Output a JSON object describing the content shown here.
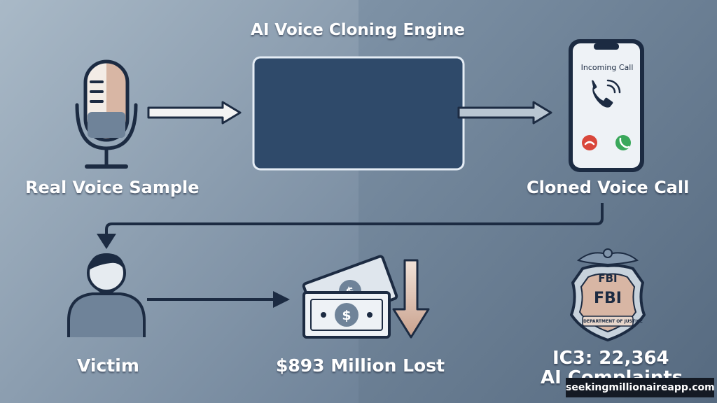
{
  "title": "AI Voice Cloning Engine",
  "nodes": {
    "real_voice": "Real Voice Sample",
    "cloned_call": "Cloned Voice Call",
    "victim": "Victim",
    "money_lost": "$893 Million Lost",
    "ic3_line1": "IC3: 22,364",
    "ic3_line2": "AI Complaints"
  },
  "phone": {
    "screen_text": "Incoming Call"
  },
  "badge": {
    "top_text": "FBI",
    "main_text": "FBI",
    "ribbon_text": "DEPARTMENT OF JUSTICE"
  },
  "watermark": "seekingmillionaireapp.com",
  "icons": [
    "microphone-icon",
    "waveform-icon",
    "smartphone-icon",
    "person-icon",
    "cash-icon",
    "down-arrow-icon",
    "fbi-badge-icon"
  ],
  "colors": {
    "dark_navy": "#1c2b42",
    "accept_green": "#3aa85b",
    "decline_red": "#d9473b",
    "copper": "#d8b6a4"
  }
}
